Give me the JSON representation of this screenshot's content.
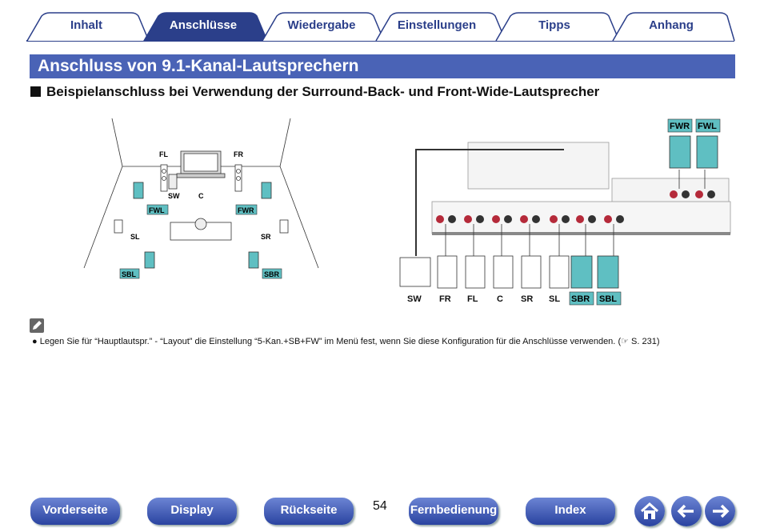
{
  "tabs": [
    {
      "label": "Inhalt",
      "active": false
    },
    {
      "label": "Anschlüsse",
      "active": true
    },
    {
      "label": "Wiedergabe",
      "active": false
    },
    {
      "label": "Einstellungen",
      "active": false
    },
    {
      "label": "Tipps",
      "active": false
    },
    {
      "label": "Anhang",
      "active": false
    }
  ],
  "section_title": "Anschluss von 9.1-Kanal-Lautsprechern",
  "subheading": "Beispielanschluss bei Verwendung der Surround-Back- und Front-Wide-Lautsprecher",
  "room_labels": {
    "fl": "FL",
    "fr": "FR",
    "sw": "SW",
    "c": "C",
    "fwl": "FWL",
    "fwr": "FWR",
    "sl": "SL",
    "sr": "SR",
    "sbl": "SBL",
    "sbr": "SBR"
  },
  "wiring_labels": [
    "SW",
    "FR",
    "FL",
    "C",
    "SR",
    "SL",
    "SBR",
    "SBL"
  ],
  "wiring_top_labels": [
    "FWR",
    "FWL"
  ],
  "colors": {
    "accent": "#4a63b6",
    "speaker_highlight": "#5fbfc2"
  },
  "note": {
    "text": "Legen Sie für “Hauptlautspr.” - “Layout” die Einstellung “5-Kan.+SB+FW” im Menü fest, wenn Sie diese Konfiguration für die Anschlüsse verwenden.",
    "ref": "S. 231",
    "icon": "pencil-icon"
  },
  "page_number": "54",
  "bottom_nav": [
    {
      "label": "Vorderseite"
    },
    {
      "label": "Display"
    },
    {
      "label": "Rückseite"
    },
    {
      "label": "Fernbedienung"
    },
    {
      "label": "Index"
    }
  ],
  "bottom_icons": [
    "home-icon",
    "arrow-left-icon",
    "arrow-right-icon"
  ]
}
